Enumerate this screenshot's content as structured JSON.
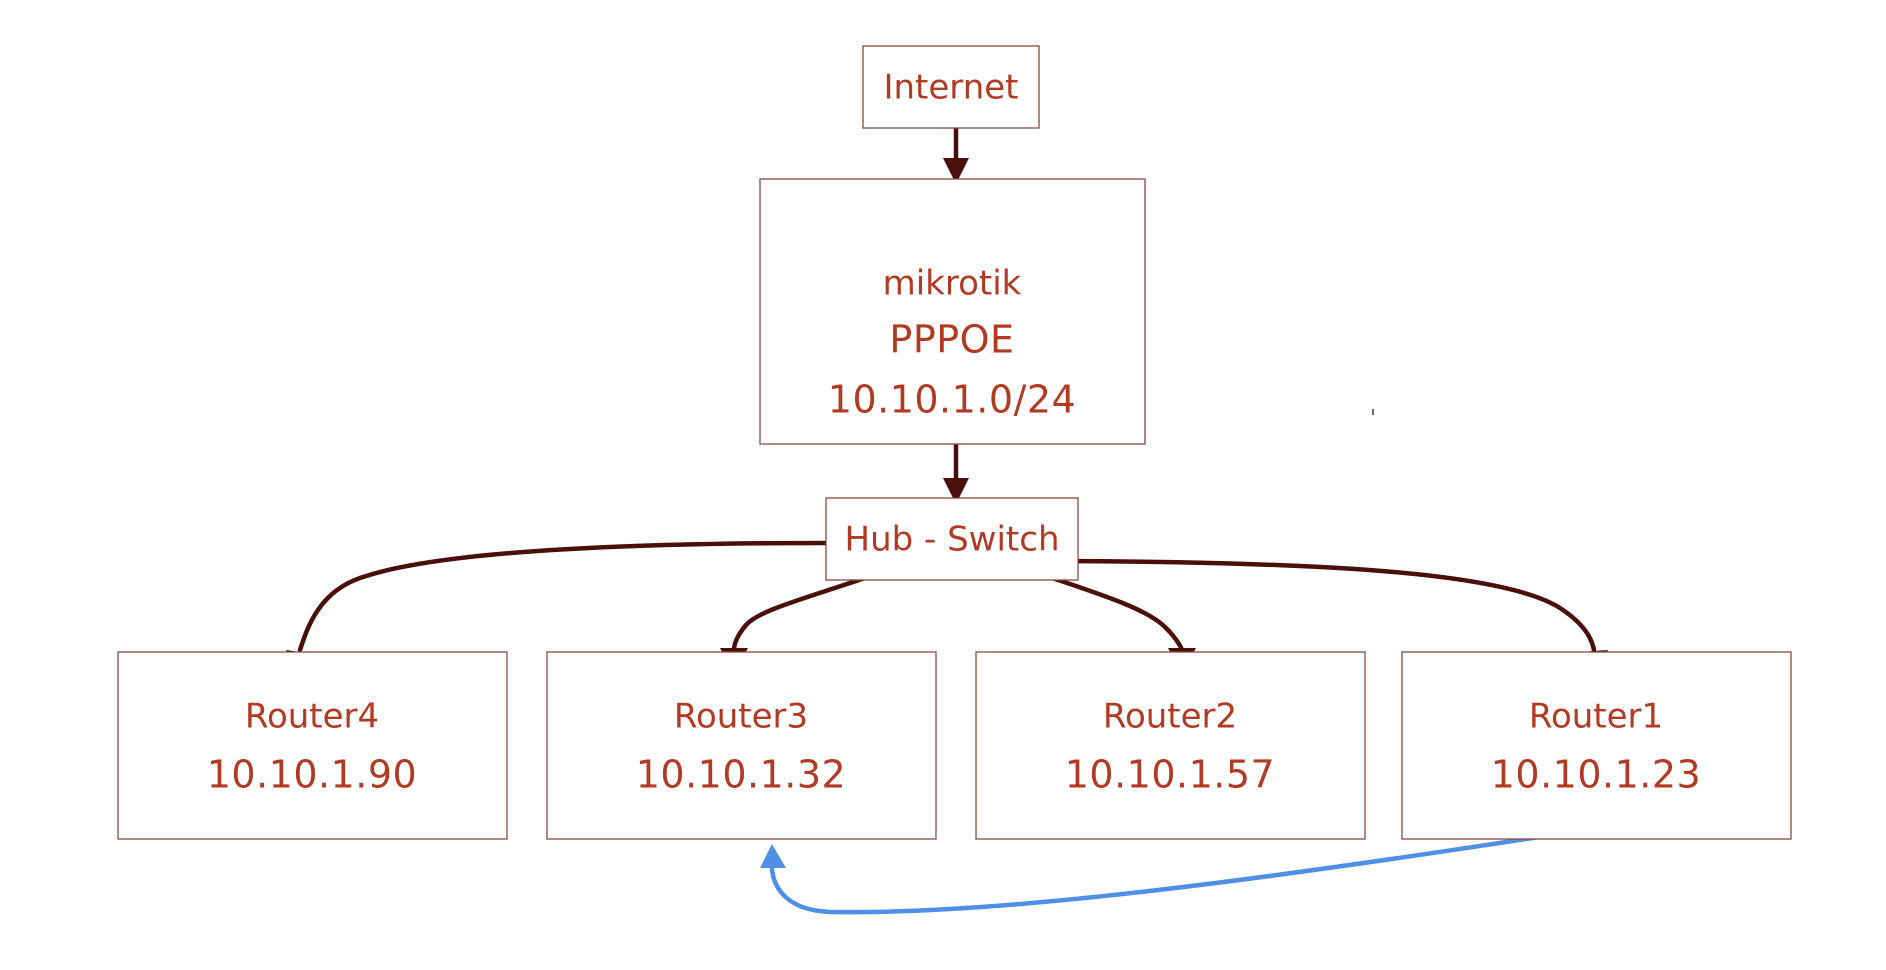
{
  "nodes": {
    "internet": {
      "label": "Internet"
    },
    "mikrotik": {
      "title": "mikrotik",
      "protocol": "PPPOE",
      "subnet": "10.10.1.0/24"
    },
    "hub_switch": {
      "label": "Hub - Switch"
    },
    "routers": [
      {
        "name": "Router4",
        "ip": "10.10.1.90"
      },
      {
        "name": "Router3",
        "ip": "10.10.1.32"
      },
      {
        "name": "Router2",
        "ip": "10.10.1.57"
      },
      {
        "name": "Router1",
        "ip": "10.10.1.23"
      }
    ]
  },
  "edges": [
    {
      "from": "internet",
      "to": "mikrotik"
    },
    {
      "from": "mikrotik",
      "to": "hub_switch"
    },
    {
      "from": "hub_switch",
      "to": "Router4"
    },
    {
      "from": "hub_switch",
      "to": "Router3"
    },
    {
      "from": "hub_switch",
      "to": "Router2"
    },
    {
      "from": "hub_switch",
      "to": "Router1"
    },
    {
      "from": "Router1",
      "to": "Router3"
    }
  ],
  "colors": {
    "text": "#b23a22",
    "border": "#8a4a40",
    "arrow": "#4a0f0b",
    "highlight_arrow": "#4f8fe6"
  }
}
